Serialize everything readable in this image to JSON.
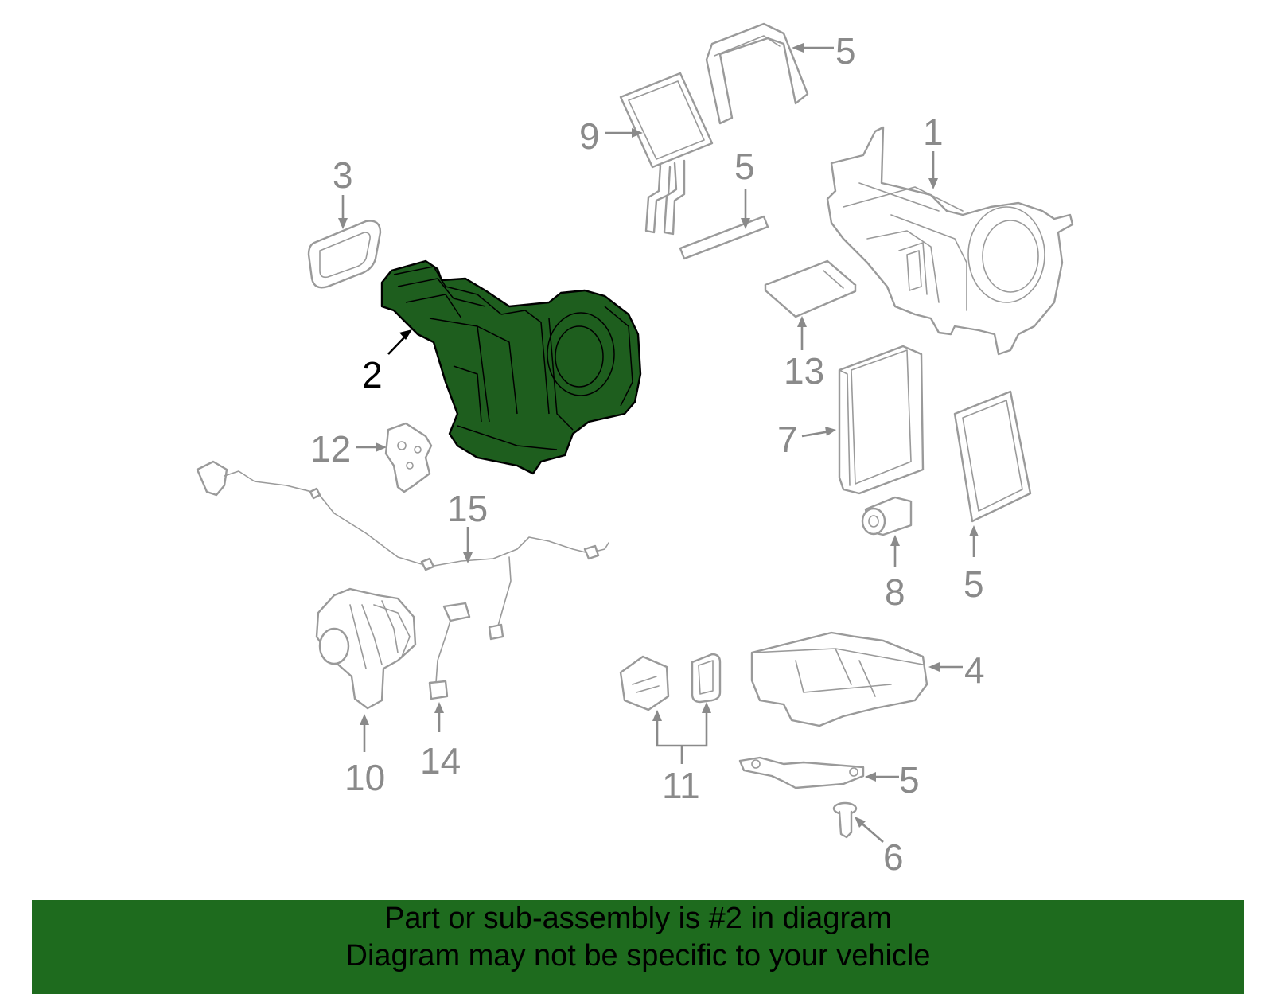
{
  "callouts": {
    "c1": "1",
    "c2": "2",
    "c3": "3",
    "c4": "4",
    "c5a": "5",
    "c5b": "5",
    "c5c": "5",
    "c5d": "5",
    "c6": "6",
    "c7": "7",
    "c8": "8",
    "c9": "9",
    "c10": "10",
    "c11": "11",
    "c12": "12",
    "c13": "13",
    "c14": "14",
    "c15": "15"
  },
  "highlighted_part": "2",
  "colors": {
    "highlight_fill": "#1e5e1e",
    "banner_bg": "#1e6b1e",
    "part_stroke": "#9a9a9a"
  },
  "banner": {
    "line1": "Part or sub-assembly is #2 in diagram",
    "line2": "Diagram may not be specific to your vehicle"
  }
}
